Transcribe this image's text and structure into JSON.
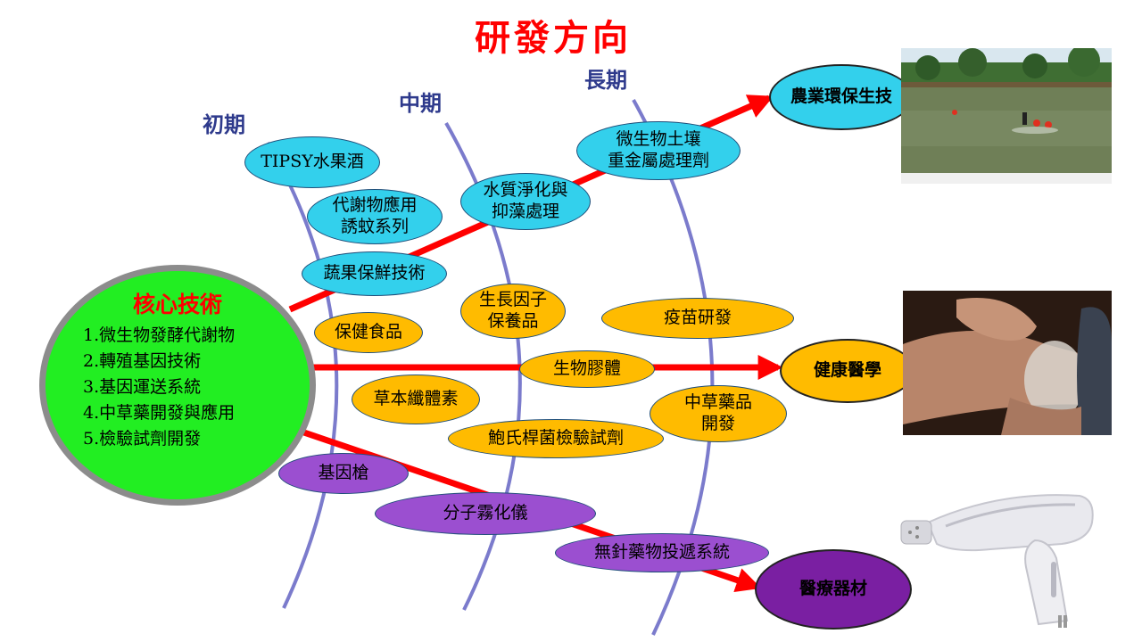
{
  "title": "研發方向",
  "phases": {
    "early": "初期",
    "mid": "中期",
    "long": "長期"
  },
  "core": {
    "title": "核心技術",
    "items": [
      "1.微生物發酵代謝物",
      "2.轉殖基因技術",
      "3.基因運送系統",
      "4.中草藥開發與應用",
      "5.檢驗試劑開發"
    ]
  },
  "agri_branch": {
    "goal": "農業環保生技",
    "items": [
      "TIPSY水果酒",
      [
        "代謝物應用",
        "誘蚊系列"
      ],
      "蔬果保鮮技術",
      [
        "水質淨化與",
        "抑藻處理"
      ],
      [
        "微生物土壤",
        "重金屬處理劑"
      ]
    ]
  },
  "health_branch": {
    "goal": "健康醫學",
    "items": [
      "保健食品",
      [
        "生長因子",
        "保養品"
      ],
      "疫苗研發",
      "生物膠體",
      "草本纖體素",
      [
        "中草藥品",
        "開發"
      ],
      "鮑氏桿菌檢驗試劑"
    ]
  },
  "device_branch": {
    "goal": "醫療器材",
    "items": [
      "基因槍",
      "分子霧化儀",
      "無針藥物投遞系統"
    ]
  },
  "colors": {
    "arrow": "#ff0000",
    "curve": "#7b7bcc",
    "cyan": "#33d0ec",
    "amber": "#ffbb00",
    "purple": "#9b4fd0",
    "device_goal": "#7a1fa2",
    "core": "#22ee22"
  }
}
